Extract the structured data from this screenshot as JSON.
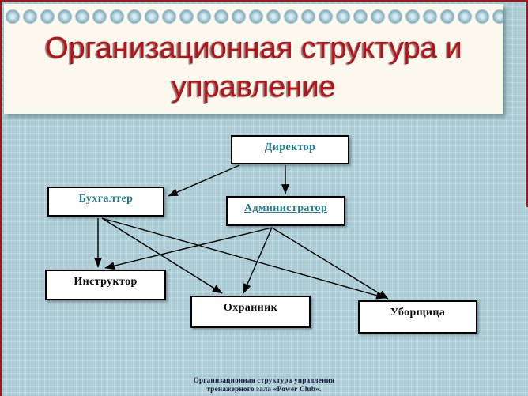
{
  "slide": {
    "title": "Организационная структура и управление",
    "footer": {
      "line1": "Организационная структура управления",
      "line2": "тренажерного зала «Power Club»."
    }
  },
  "diagram": {
    "nodes": [
      {
        "id": "director",
        "label": "Директор"
      },
      {
        "id": "accountant",
        "label": "Бухгалтер"
      },
      {
        "id": "administrator",
        "label": "Администратор"
      },
      {
        "id": "instructor",
        "label": "Инструктор"
      },
      {
        "id": "guard",
        "label": "Охранник"
      },
      {
        "id": "cleaner",
        "label": "Уборщица"
      }
    ],
    "edges": [
      {
        "from": "director",
        "to": "accountant"
      },
      {
        "from": "director",
        "to": "administrator"
      },
      {
        "from": "accountant",
        "to": "instructor"
      },
      {
        "from": "accountant",
        "to": "guard"
      },
      {
        "from": "accountant",
        "to": "cleaner"
      },
      {
        "from": "administrator",
        "to": "instructor"
      },
      {
        "from": "administrator",
        "to": "guard"
      },
      {
        "from": "administrator",
        "to": "cleaner"
      }
    ]
  },
  "colors": {
    "background": "#aecfd8",
    "paper": "#fbf8ee",
    "title_red": "#b5121a",
    "frame_red": "#a01515",
    "node_teal": "#1f7f8f",
    "node_text_dark": "#0c0c0c",
    "footer_navy": "#14143a",
    "arrow_black": "#000000"
  }
}
